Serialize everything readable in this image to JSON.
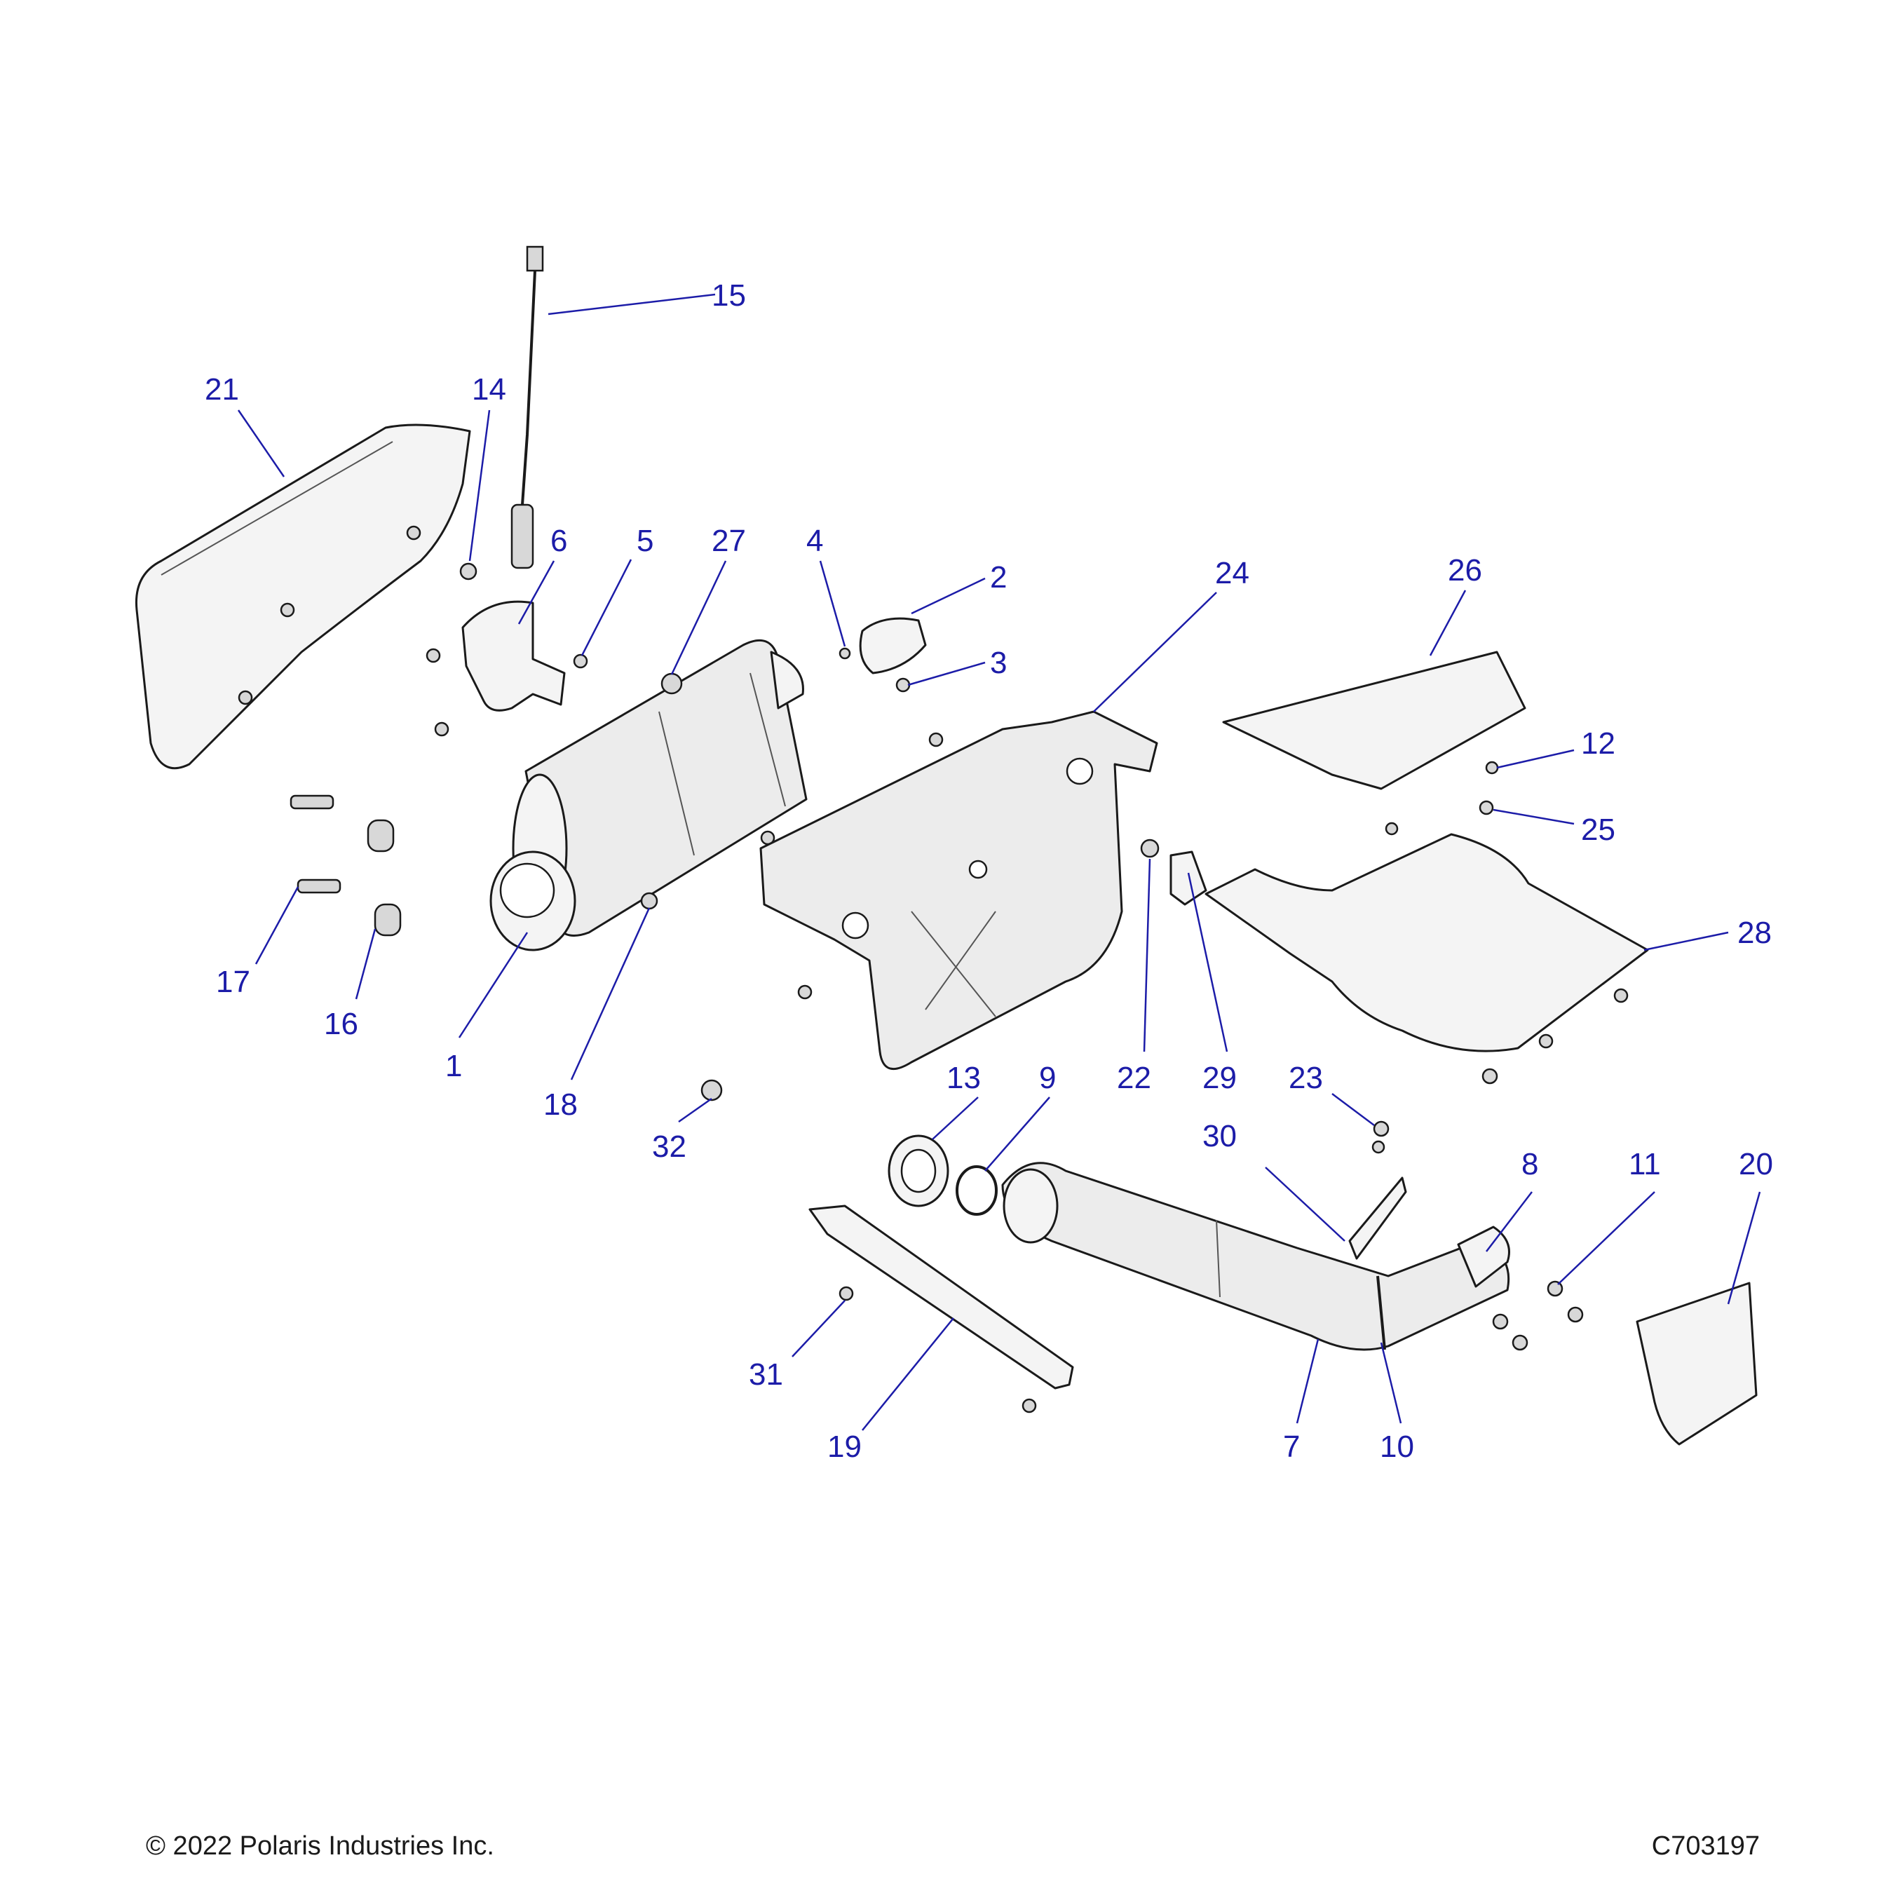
{
  "footer": {
    "copyright": "© 2022 Polaris Industries Inc.",
    "drawing_number": "C703197"
  },
  "callouts": [
    "1",
    "2",
    "3",
    "4",
    "5",
    "6",
    "7",
    "8",
    "9",
    "10",
    "11",
    "12",
    "13",
    "14",
    "15",
    "16",
    "17",
    "18",
    "19",
    "20",
    "21",
    "22",
    "23",
    "24",
    "25",
    "26",
    "27",
    "28",
    "29",
    "30",
    "31",
    "32"
  ],
  "colors": {
    "callout": "#1c1ca8",
    "line": "#1a1a1a",
    "fill": "#ececec"
  }
}
